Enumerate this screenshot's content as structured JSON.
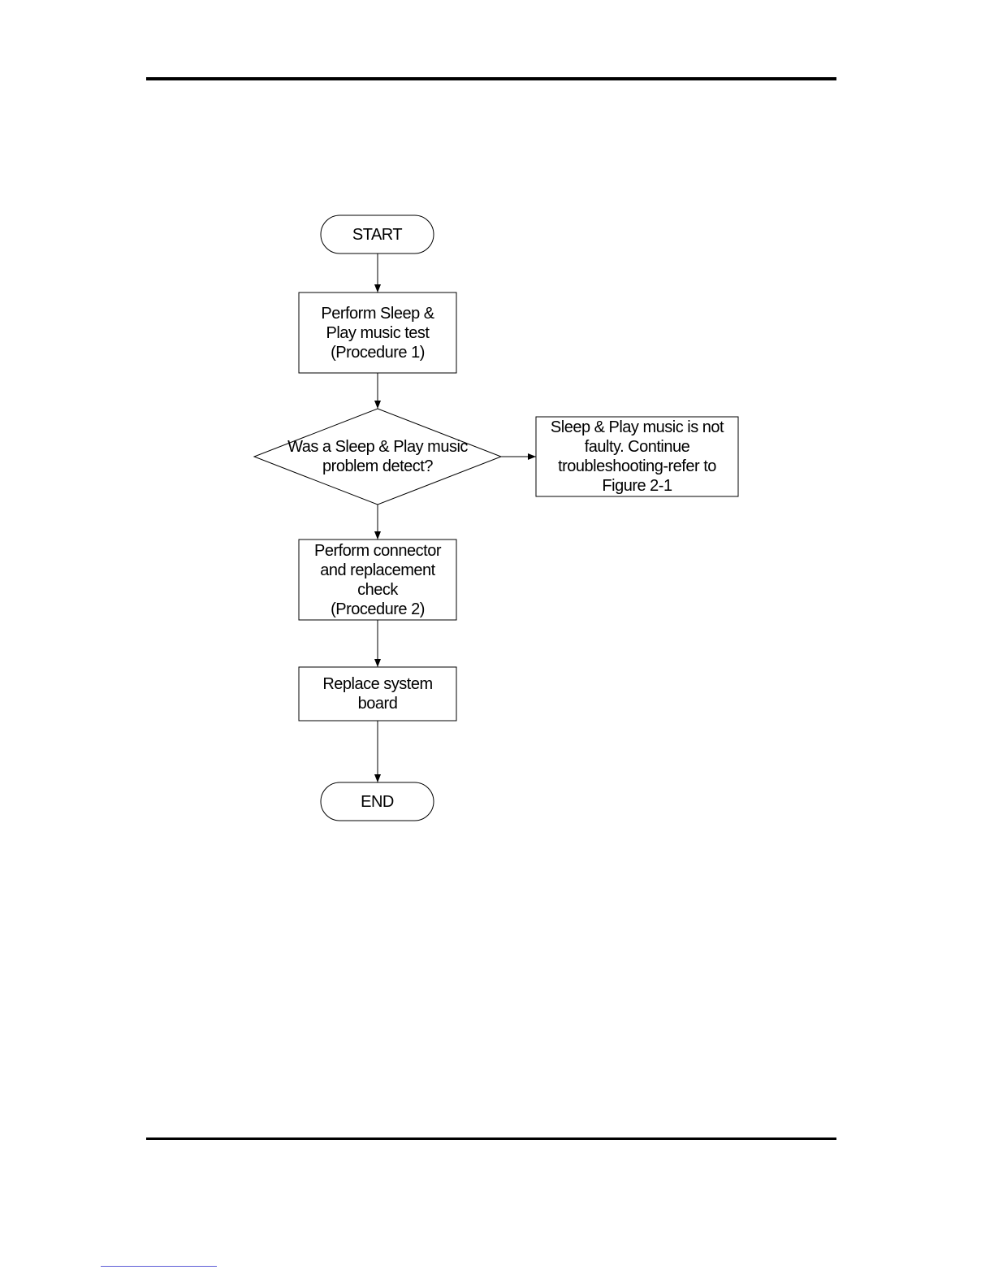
{
  "flowchart": {
    "start": "START",
    "step1": "Perform Sleep &\nPlay music test\n(Procedure 1)",
    "decision": "Was a Sleep & Play music\nproblem detect?",
    "side_result": "Sleep & Play music is not\nfaulty. Continue\ntroubleshooting-refer to\nFigure 2-1",
    "step2": "Perform connector\nand replacement\ncheck\n(Procedure 2)",
    "step3": "Replace system\nboard",
    "end": "END"
  },
  "colors": {
    "stroke": "#000000",
    "footnote_rule": "#5b5bd6"
  }
}
